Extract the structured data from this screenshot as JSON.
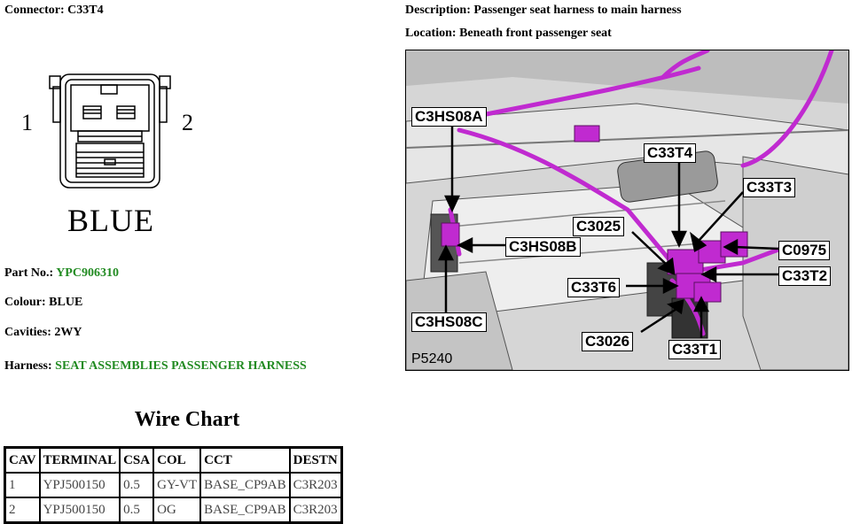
{
  "header": {
    "connector_label": "Connector:",
    "connector_value": "C33T4",
    "description_label": "Description:",
    "description_value": "Passenger seat harness to main harness",
    "location_label": "Location:",
    "location_value": "Beneath front passenger seat"
  },
  "connector_drawing": {
    "pin_left": "1",
    "pin_right": "2",
    "colour_text": "BLUE"
  },
  "details": {
    "part_no_label": "Part No.:",
    "part_no_value": "YPC906310",
    "colour_label": "Colour:",
    "colour_value": "BLUE",
    "cavities_label": "Cavities:",
    "cavities_value": "2WY",
    "harness_label": "Harness:",
    "harness_value": "SEAT ASSEMBLIES PASSENGER HARNESS"
  },
  "wire_chart": {
    "title": "Wire Chart",
    "columns": [
      "CAV",
      "TERMINAL",
      "CSA",
      "COL",
      "CCT",
      "DESTN"
    ],
    "rows": [
      [
        "1",
        "YPJ500150",
        "0.5",
        "GY-VT",
        "BASE_CP9AB",
        "C3R203"
      ],
      [
        "2",
        "YPJ500150",
        "0.5",
        "OG",
        "BASE_CP9AB",
        "C3R203"
      ]
    ]
  },
  "photo": {
    "figure_id": "P5240",
    "callouts": {
      "c3hs08a": "C3HS08A",
      "c33t4": "C33T4",
      "c33t3": "C33T3",
      "c3025": "C3025",
      "c3hs08b": "C3HS08B",
      "c0975": "C0975",
      "c33t2": "C33T2",
      "c33t6": "C33T6",
      "c3hs08c": "C3HS08C",
      "c3026": "C3026",
      "c33t1": "C33T1"
    }
  },
  "colors": {
    "accent_green": "#228B22",
    "harness_magenta": "#c02ad0"
  }
}
